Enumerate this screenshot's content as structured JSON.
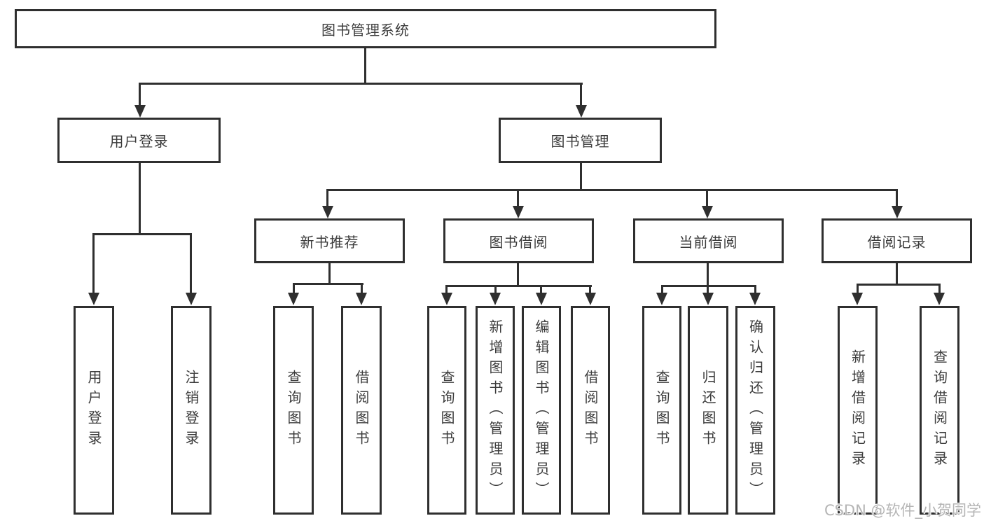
{
  "tree": {
    "root": {
      "label": "图书管理系统"
    },
    "children": [
      {
        "label": "用户登录",
        "children": [
          {
            "label": "用户登录"
          },
          {
            "label": "注销登录"
          }
        ]
      },
      {
        "label": "图书管理",
        "children": [
          {
            "label": "新书推荐",
            "children": [
              {
                "label": "查询图书"
              },
              {
                "label": "借阅图书"
              }
            ]
          },
          {
            "label": "图书借阅",
            "children": [
              {
                "label": "查询图书"
              },
              {
                "label": "新增图书（管理员）"
              },
              {
                "label": "编辑图书（管理员）"
              },
              {
                "label": "借阅图书"
              }
            ]
          },
          {
            "label": "当前借阅",
            "children": [
              {
                "label": "查询图书"
              },
              {
                "label": "归还图书"
              },
              {
                "label": "确认归还（管理员）"
              }
            ]
          },
          {
            "label": "借阅记录",
            "children": [
              {
                "label": "新增借阅记录"
              },
              {
                "label": "查询借阅记录"
              }
            ]
          }
        ]
      }
    ]
  },
  "watermark": {
    "text": "CSDN @软件_小贺同学",
    "color": "#b5b5b5"
  },
  "colors": {
    "line": "#2f2f2f",
    "text": "#3c3c3c",
    "background": "#ffffff"
  }
}
